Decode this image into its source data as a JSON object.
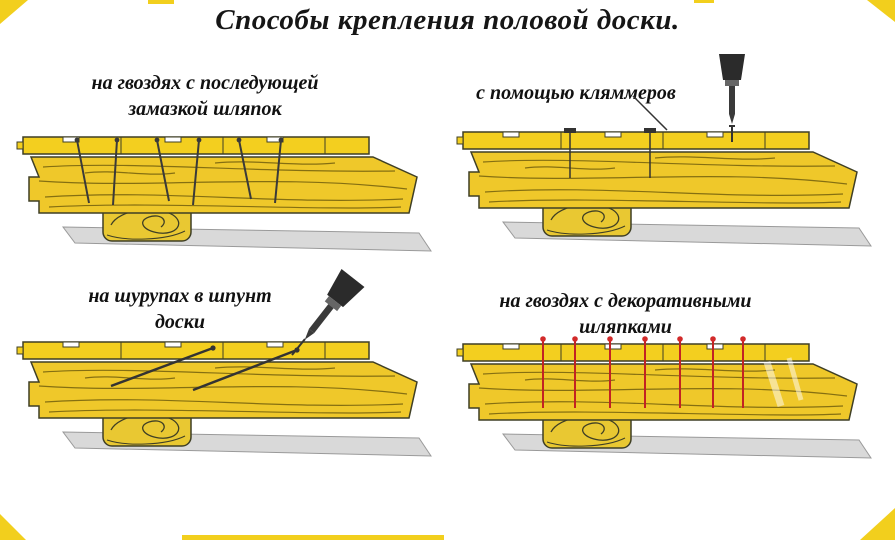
{
  "title": "Способы крепления половой доски.",
  "panels": [
    {
      "id": "nails-putty",
      "lines": [
        "на гвоздях с последующей",
        "замазкой шляпок"
      ]
    },
    {
      "id": "clips",
      "lines": [
        "с помощью кляммеров"
      ]
    },
    {
      "id": "screws-tongue",
      "lines": [
        "на шурупах в шпунт",
        "доски"
      ]
    },
    {
      "id": "decorative-nails",
      "lines": [
        "на гвоздях с декоративными",
        "шляпками"
      ]
    }
  ],
  "colors": {
    "wood": "#efc82a",
    "wood_strip": "#f3cf1f",
    "wood_grain": "#7a660f",
    "outline": "#3f3f25",
    "nail": "#3a3a3a",
    "decorative_nail": "#c22323",
    "base_gray": "#d9d9d9",
    "tool_dark": "#2b2b2b"
  }
}
